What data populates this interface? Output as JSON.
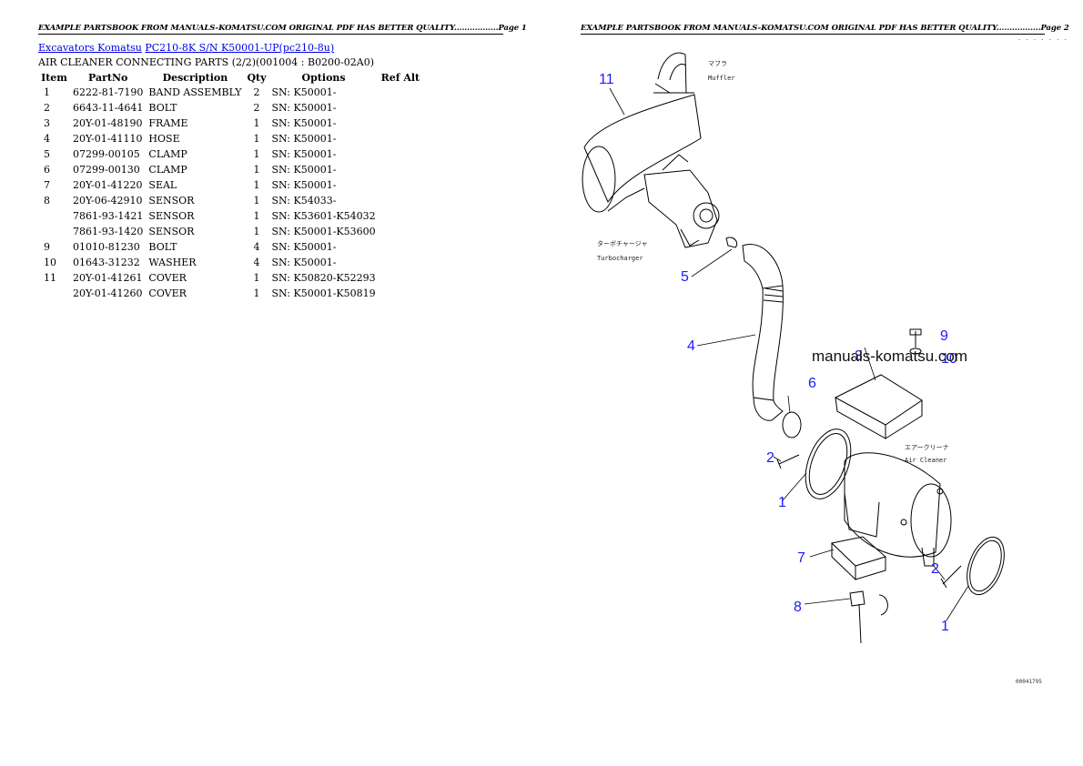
{
  "header": {
    "left_text": "EXAMPLE PARTSBOOK FROM MANUALS-KOMATSU.COM ORIGINAL PDF HAS BETTER QUALITY.................Page 1",
    "right_text": "EXAMPLE PARTSBOOK FROM MANUALS-KOMATSU.COM ORIGINAL PDF HAS BETTER QUALITY.................Page 2"
  },
  "breadcrumb": {
    "link1": "Excavators Komatsu",
    "link2": "PC210-8K S/N K50001-UP(pc210-8u)"
  },
  "section_title": "AIR CLEANER CONNECTING PARTS (2/2)(001004 : B0200-02A0)",
  "table": {
    "columns": [
      "Item",
      "PartNo",
      "Description",
      "Qty",
      "Options",
      "Ref Alt"
    ],
    "rows": [
      {
        "item": "1",
        "partno": "6222-81-7190",
        "desc": "BAND ASSEMBLY",
        "qty": "2",
        "options": "SN: K50001-"
      },
      {
        "item": "2",
        "partno": "6643-11-4641",
        "desc": "BOLT",
        "qty": "2",
        "options": "SN: K50001-"
      },
      {
        "item": "3",
        "partno": "20Y-01-48190",
        "desc": "FRAME",
        "qty": "1",
        "options": "SN: K50001-"
      },
      {
        "item": "4",
        "partno": "20Y-01-41110",
        "desc": "HOSE",
        "qty": "1",
        "options": "SN: K50001-"
      },
      {
        "item": "5",
        "partno": "07299-00105",
        "desc": "CLAMP",
        "qty": "1",
        "options": "SN: K50001-"
      },
      {
        "item": "6",
        "partno": "07299-00130",
        "desc": "CLAMP",
        "qty": "1",
        "options": "SN: K50001-"
      },
      {
        "item": "7",
        "partno": "20Y-01-41220",
        "desc": "SEAL",
        "qty": "1",
        "options": "SN: K50001-"
      },
      {
        "item": "8",
        "partno": "20Y-06-42910",
        "desc": "SENSOR",
        "qty": "1",
        "options": "SN: K54033-"
      },
      {
        "item": "",
        "partno": "7861-93-1421",
        "desc": "SENSOR",
        "qty": "1",
        "options": "SN: K53601-K54032"
      },
      {
        "item": "",
        "partno": "7861-93-1420",
        "desc": "SENSOR",
        "qty": "1",
        "options": "SN: K50001-K53600"
      },
      {
        "item": "9",
        "partno": "01010-81230",
        "desc": "BOLT",
        "qty": "4",
        "options": "SN: K50001-"
      },
      {
        "item": "10",
        "partno": "01643-31232",
        "desc": "WASHER",
        "qty": "4",
        "options": "SN: K50001-"
      },
      {
        "item": "11",
        "partno": "20Y-01-41261",
        "desc": "COVER",
        "qty": "1",
        "options": "SN: K50820-K52293"
      },
      {
        "item": "",
        "partno": "20Y-01-41260",
        "desc": "COVER",
        "qty": "1",
        "options": "SN: K50001-K50819"
      }
    ]
  },
  "diagram": {
    "watermark": "manuals-komatsu.com",
    "labels": {
      "muffler_jp": "マフラ",
      "muffler_en": "Muffler",
      "turbo_jp": "ターボチャージャ",
      "turbo_en": "Turbocharger",
      "aircleaner_jp": "エアークリーナ",
      "aircleaner_en": "Air Cleaner"
    },
    "callouts": {
      "c11": "11",
      "c5": "5",
      "c4": "4",
      "c9": "9",
      "c3": "3",
      "c10": "10",
      "c6": "6",
      "c2a": "2",
      "c1a": "1",
      "c7": "7",
      "c2b": "2",
      "c8": "8",
      "c1b": "1"
    },
    "corner_code": "00041795",
    "corner_dots": ". . . . . . ."
  },
  "colors": {
    "link": "#0000ee",
    "callout": "#1a1aff"
  }
}
